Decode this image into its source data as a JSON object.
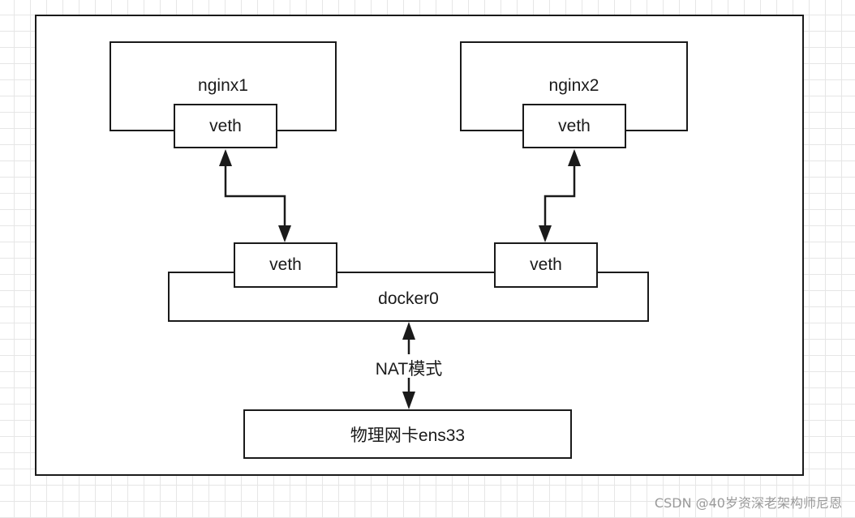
{
  "diagram": {
    "containers": [
      {
        "name": "nginx1",
        "veth": "veth"
      },
      {
        "name": "nginx2",
        "veth": "veth"
      }
    ],
    "bridge": {
      "name": "docker0",
      "veths": [
        "veth",
        "veth"
      ]
    },
    "link_label": "NAT模式",
    "nic": "物理网卡ens33",
    "colors": {
      "stroke": "#1a1a1a",
      "grid": "#e6e6e6",
      "background": "#ffffff"
    }
  },
  "watermark": "CSDN @40岁资深老架构师尼恩"
}
